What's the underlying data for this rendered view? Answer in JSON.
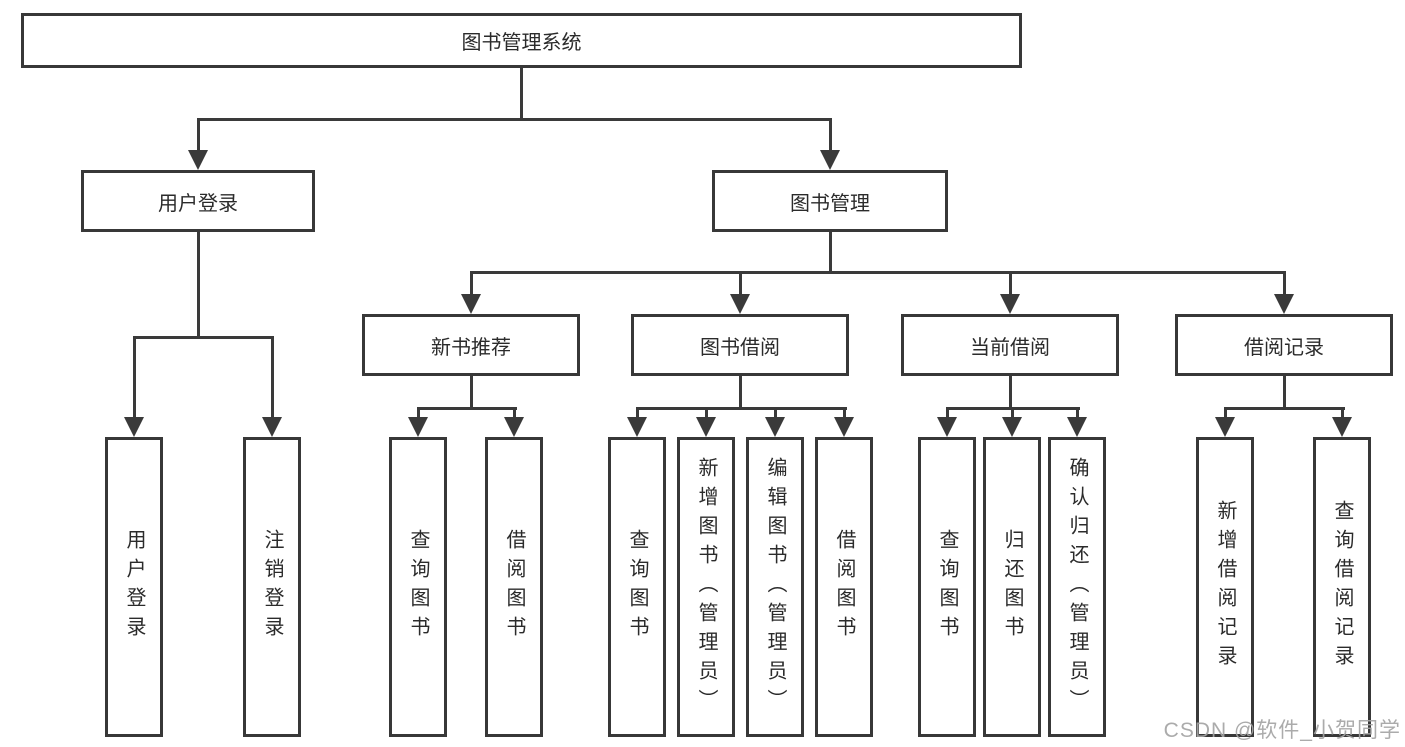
{
  "tree": {
    "root": {
      "label": "图书管理系统",
      "children": [
        {
          "label": "用户登录",
          "children": [
            {
              "label": "用户登录"
            },
            {
              "label": "注销登录"
            }
          ]
        },
        {
          "label": "图书管理",
          "children": [
            {
              "label": "新书推荐",
              "children": [
                {
                  "label": "查询图书"
                },
                {
                  "label": "借阅图书"
                }
              ]
            },
            {
              "label": "图书借阅",
              "children": [
                {
                  "label": "查询图书"
                },
                {
                  "label": "新增图书（管理员）"
                },
                {
                  "label": "编辑图书（管理员）"
                },
                {
                  "label": "借阅图书"
                }
              ]
            },
            {
              "label": "当前借阅",
              "children": [
                {
                  "label": "查询图书"
                },
                {
                  "label": "归还图书"
                },
                {
                  "label": "确认归还（管理员）"
                }
              ]
            },
            {
              "label": "借阅记录",
              "children": [
                {
                  "label": "新增借阅记录"
                },
                {
                  "label": "查询借阅记录"
                }
              ]
            }
          ]
        }
      ]
    }
  },
  "watermark": {
    "text": "CSDN @软件_小贺同学"
  },
  "styles": {
    "line_color": "#3a3a3a",
    "border_color": "#383838",
    "text_color": "#2b2b2b",
    "watermark_color": "#a4a4a4",
    "background": "#ffffff"
  }
}
